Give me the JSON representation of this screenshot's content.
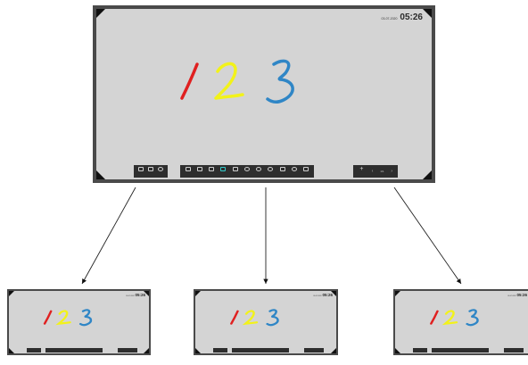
{
  "main_screen": {
    "clock": {
      "date": "03-07-2020",
      "time": "05:26"
    },
    "toolbar_groups": [
      {
        "name": "left",
        "buttons": [
          {
            "icon": "monitor-icon",
            "label": ""
          },
          {
            "icon": "window-icon",
            "label": ""
          },
          {
            "icon": "settings-icon",
            "label": ""
          }
        ]
      },
      {
        "name": "center",
        "buttons": [
          {
            "icon": "home-icon",
            "label": ""
          },
          {
            "icon": "board-icon",
            "label": ""
          },
          {
            "icon": "apps-icon",
            "label": ""
          },
          {
            "icon": "pen-icon",
            "label": "",
            "active": true
          },
          {
            "icon": "eraser-icon",
            "label": ""
          },
          {
            "icon": "undo-icon",
            "label": ""
          },
          {
            "icon": "redo-icon",
            "label": ""
          },
          {
            "icon": "bulb-icon",
            "label": ""
          },
          {
            "icon": "share-icon",
            "label": ""
          },
          {
            "icon": "globe-icon",
            "label": ""
          },
          {
            "icon": "exit-icon",
            "label": ""
          }
        ]
      },
      {
        "name": "right",
        "buttons": [
          {
            "icon": "plus-icon",
            "label": ""
          },
          {
            "icon": "chevron-left-icon",
            "label": ""
          },
          {
            "icon": "chevron-right-icon",
            "label": ""
          }
        ]
      }
    ],
    "page_indicator": "1/1"
  },
  "strokes": {
    "colors": [
      "#e02020",
      "#f2f21a",
      "#2f86c6"
    ],
    "shapes": [
      "one",
      "two",
      "three"
    ]
  },
  "thumbnails": [
    {
      "clock_time": "05:26"
    },
    {
      "clock_time": "05:26"
    },
    {
      "clock_time": "05:26"
    }
  ]
}
